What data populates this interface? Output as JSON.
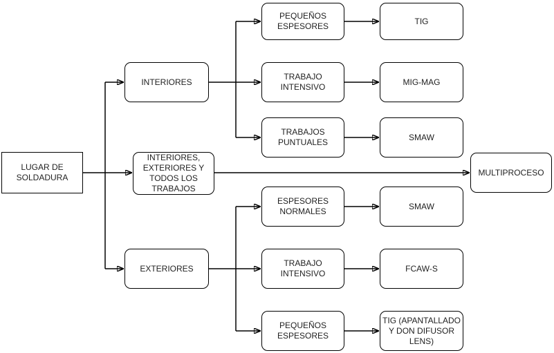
{
  "diagram": {
    "type": "flowchart",
    "language": "es",
    "colors": {
      "background": "#ffffff",
      "node_fill": "#ffffff",
      "stroke": "#000000",
      "text": "#1f1f1f"
    },
    "nodes": {
      "root": {
        "label": "LUGAR DE SOLDADURA",
        "shape": "rectangle"
      },
      "interiores": {
        "label": "INTERIORES",
        "shape": "rounded"
      },
      "inter_ext": {
        "label": "INTERIORES, EXTERIORES Y TODOS LOS TRABAJOS",
        "shape": "rounded"
      },
      "exteriores": {
        "label": "EXTERIORES",
        "shape": "rounded"
      },
      "pequenos_1": {
        "label": "PEQUEÑOS ESPESORES",
        "shape": "rounded"
      },
      "trabajo_int_1": {
        "label": "TRABAJO INTENSIVO",
        "shape": "rounded"
      },
      "trab_puntuales": {
        "label": "TRABAJOS PUNTUALES",
        "shape": "rounded"
      },
      "espesores_norm": {
        "label": "ESPESORES NORMALES",
        "shape": "rounded"
      },
      "trabajo_int_2": {
        "label": "TRABAJO INTENSIVO",
        "shape": "rounded"
      },
      "pequenos_2": {
        "label": "PEQUEÑOS ESPESORES",
        "shape": "rounded"
      },
      "tig": {
        "label": "TIG",
        "shape": "rounded"
      },
      "mig_mag": {
        "label": "MIG-MAG",
        "shape": "rounded"
      },
      "smaw_1": {
        "label": "SMAW",
        "shape": "rounded"
      },
      "multiproceso": {
        "label": "MULTIPROCESO",
        "shape": "rounded"
      },
      "smaw_2": {
        "label": "SMAW",
        "shape": "rounded"
      },
      "fcaw_s": {
        "label": "FCAW-S",
        "shape": "rounded"
      },
      "tig_apantallado": {
        "label": "TIG (APANTALLADO Y DON DIFUSOR LENS)",
        "shape": "rounded"
      }
    },
    "edges": [
      {
        "from": "root",
        "to": "interiores"
      },
      {
        "from": "root",
        "to": "inter_ext"
      },
      {
        "from": "root",
        "to": "exteriores"
      },
      {
        "from": "interiores",
        "to": "pequenos_1"
      },
      {
        "from": "interiores",
        "to": "trabajo_int_1"
      },
      {
        "from": "interiores",
        "to": "trab_puntuales"
      },
      {
        "from": "inter_ext",
        "to": "multiproceso"
      },
      {
        "from": "exteriores",
        "to": "espesores_norm"
      },
      {
        "from": "exteriores",
        "to": "trabajo_int_2"
      },
      {
        "from": "exteriores",
        "to": "pequenos_2"
      },
      {
        "from": "pequenos_1",
        "to": "tig"
      },
      {
        "from": "trabajo_int_1",
        "to": "mig_mag"
      },
      {
        "from": "trab_puntuales",
        "to": "smaw_1"
      },
      {
        "from": "espesores_norm",
        "to": "smaw_2"
      },
      {
        "from": "trabajo_int_2",
        "to": "fcaw_s"
      },
      {
        "from": "pequenos_2",
        "to": "tig_apantallado"
      }
    ]
  }
}
